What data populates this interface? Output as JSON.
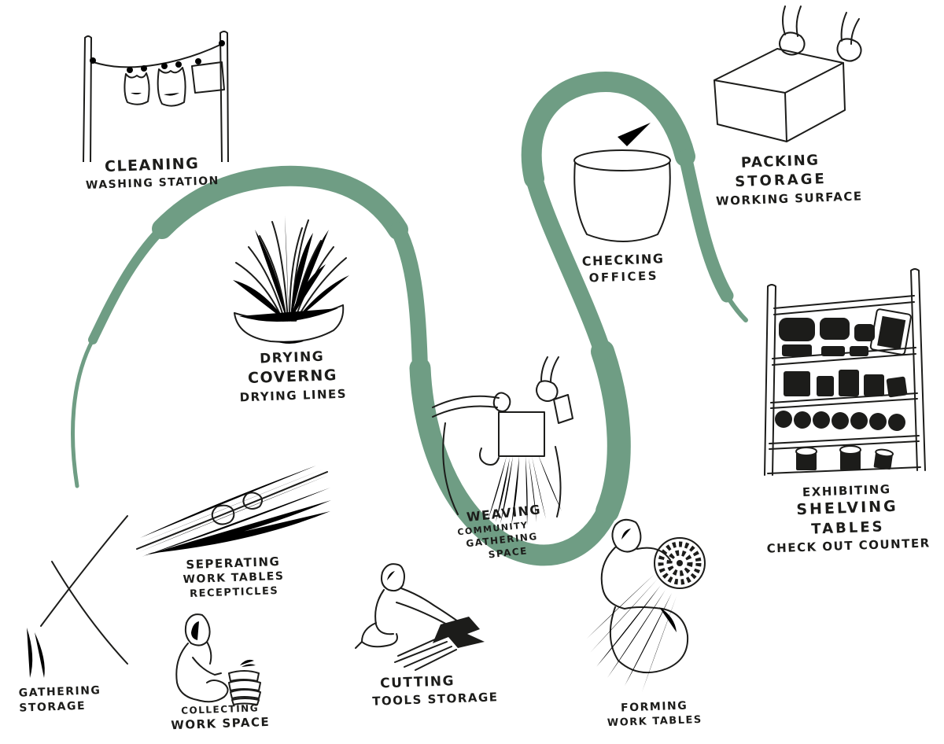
{
  "colors": {
    "ribbon": "#6f9d84",
    "ink": "#1c1c1a",
    "paper": "#ffffff"
  },
  "stations": [
    {
      "id": "cleaning",
      "sketch": "clothesline-with-bamboo-poles",
      "lines": [
        "CLEANING",
        "WASHING STATION"
      ]
    },
    {
      "id": "drying",
      "sketch": "bowl-with-drying-grass",
      "lines": [
        "DRYING",
        "COVERNG",
        "DRYING LINES"
      ]
    },
    {
      "id": "checking",
      "sketch": "woven-basket-with-checkmark",
      "lines": [
        "CHECKING",
        "OFFICES"
      ]
    },
    {
      "id": "packing",
      "sketch": "hands-packing-box",
      "lines": [
        "PACKING",
        "STORAGE",
        "WORKING SURFACE"
      ]
    },
    {
      "id": "exhibiting",
      "sketch": "bamboo-shelving-with-goods",
      "lines": [
        "EXHIBITING",
        "SHELVING",
        "TABLES",
        "CHECK OUT COUNTER"
      ]
    },
    {
      "id": "weaving",
      "sketch": "hands-weaving-basket",
      "lines": [
        "WEAVING",
        "COMMUNITY",
        "GATHERING",
        "SPACE"
      ]
    },
    {
      "id": "seperating",
      "sketch": "hands-separating-strands",
      "lines": [
        "SEPERATING",
        "WORK TABLES",
        "RECEPTICLES"
      ]
    },
    {
      "id": "gathering",
      "sketch": "palm-fronds",
      "lines": [
        "GATHERING",
        "STORAGE"
      ]
    },
    {
      "id": "collecting",
      "sketch": "seated-figure-with-stack",
      "lines": [
        "COLLECTING",
        "WORK SPACE"
      ]
    },
    {
      "id": "cutting",
      "sketch": "kneeling-figure-cutting-leaves",
      "lines": [
        "CUTTING",
        "TOOLS STORAGE"
      ]
    },
    {
      "id": "forming",
      "sketch": "figure-forming-coiled-basket",
      "lines": [
        "FORMING",
        "WORK TABLES"
      ]
    }
  ]
}
